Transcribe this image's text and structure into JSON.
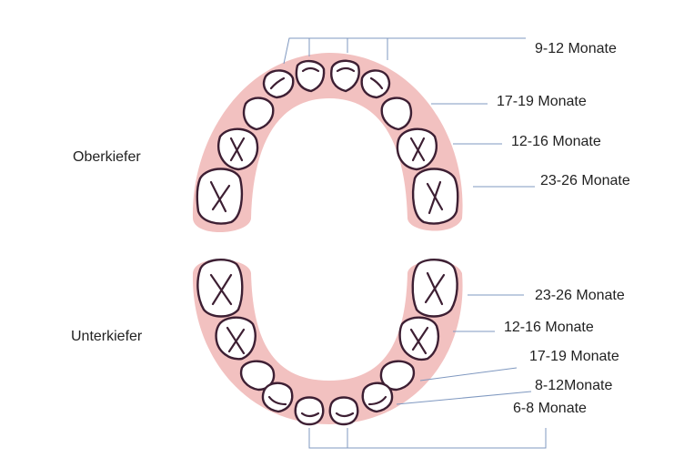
{
  "jaws": {
    "upper": "Oberkiefer",
    "lower": "Unterkiefer"
  },
  "upper_labels": [
    "9-12 Monate",
    "17-19 Monate",
    "12-16 Monate",
    "23-26 Monate"
  ],
  "lower_labels": [
    "23-26 Monate",
    "12-16 Monate",
    "17-19 Monate",
    "8-12Monate",
    "6-8 Monate"
  ],
  "colors": {
    "gum": "#f2c1c0",
    "outline": "#3d1f33",
    "leader": "#7f98c0",
    "text": "#222222"
  }
}
